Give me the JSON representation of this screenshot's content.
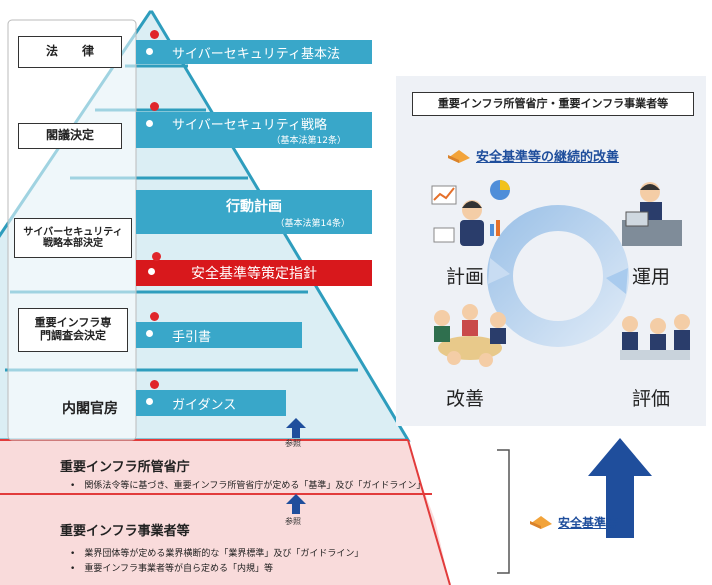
{
  "pyramid": {
    "levels": [
      {
        "label": "法　　律",
        "item": "サイバーセキュリティ基本法"
      },
      {
        "label": "閣議決定",
        "item": "サイバーセキュリティ戦略",
        "sub": "（基本法第12条）"
      },
      {
        "label": "サイバーセキュリティ\n戦略本部決定",
        "item": "行動計画",
        "sub": "（基本法第14条）",
        "item2": "安全基準等策定指針"
      },
      {
        "label": "重要インフラ専\n門調査会決定",
        "item": "手引書"
      },
      {
        "label": "内閣官房",
        "item": "ガイダンス"
      }
    ],
    "ref_label": "参照",
    "ministry": {
      "title": "重要インフラ所管省庁",
      "bullet": "関係法令等に基づき、重要インフラ所管省庁が定める「基準」及び「ガイドライン」"
    },
    "operators": {
      "title": "重要インフラ事業者等",
      "bullets": [
        "業界団体等が定める業界横断的な「業界標準」及び「ガイドライン」",
        "重要インフラ事業者等が自ら定める「内規」等"
      ]
    }
  },
  "cycle": {
    "header": "重要インフラ所管省庁・重要インフラ事業者等",
    "subtitle": "安全基準等の継続的改善",
    "stages": [
      "計画",
      "運用",
      "改善",
      "評価"
    ],
    "bottom_link": "安全基準等"
  },
  "colors": {
    "pyramid_fill": "#dbeef4",
    "pyramid_stroke": "#2e9dbd",
    "bar_blue": "#39a7c9",
    "bar_red": "#d8181c",
    "band_pink": "#f9dbdb",
    "band_line": "#e23b3b",
    "arrow_navy": "#1f4e9c",
    "panel_bg": "#eef1f6"
  }
}
